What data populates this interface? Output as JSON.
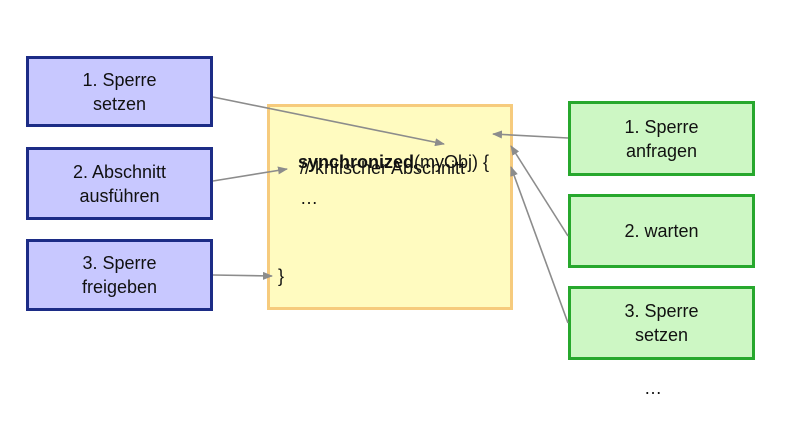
{
  "left_boxes": [
    {
      "label": "1. Sperre\nsetzen"
    },
    {
      "label": "2. Abschnitt\nausführen"
    },
    {
      "label": "3. Sperre\nfreigeben"
    }
  ],
  "code": {
    "keyword": "synchronized",
    "call_suffix": "(myObj) {",
    "line2": "// kritischer Abschnitt",
    "line3": "…",
    "line4": "}"
  },
  "right_boxes": [
    {
      "label": "1. Sperre\nanfragen"
    },
    {
      "label": "2. warten"
    },
    {
      "label": "3. Sperre\nsetzen"
    }
  ],
  "trailing_ellipsis": "…",
  "colors": {
    "left_fill": "#c8c8ff",
    "left_border": "#1c2c86",
    "right_fill": "#cdf7c4",
    "right_border": "#27a82d",
    "code_fill": "#fffbc0",
    "code_border": "#f6cb7d",
    "arrow": "#8c8c8c"
  }
}
